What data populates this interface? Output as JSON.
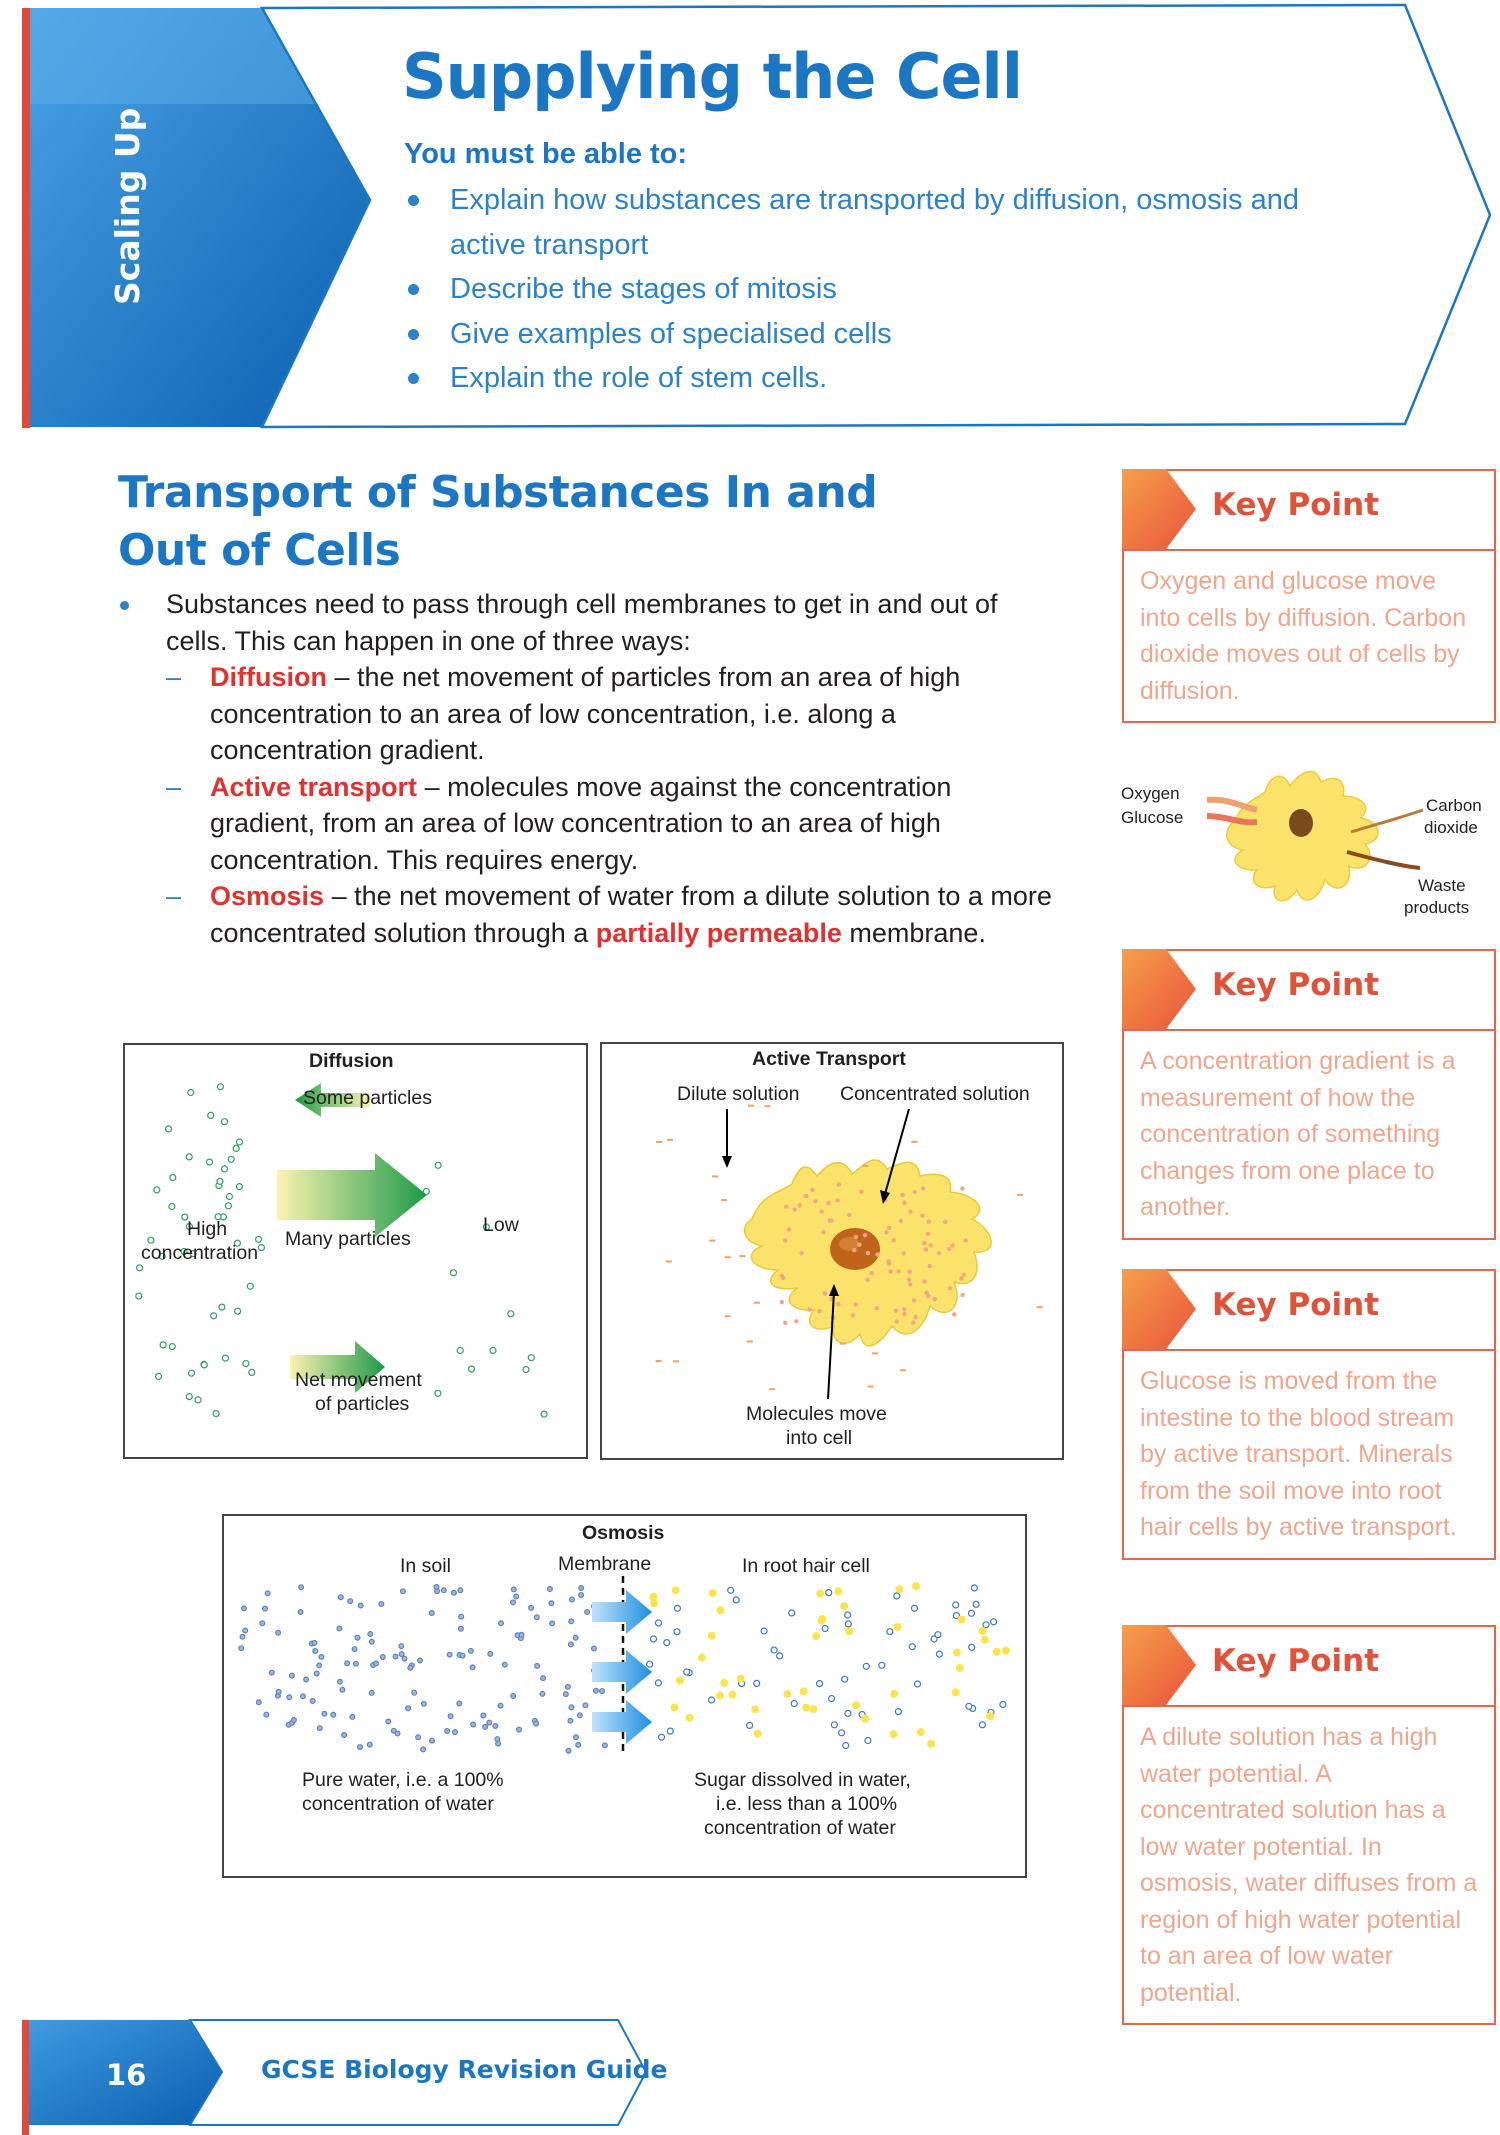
{
  "header": {
    "tab_label": "Scaling Up",
    "title": "Supplying the Cell",
    "must_label": "You must be able to:",
    "objectives": [
      "Explain how substances are transported by diffusion, osmosis and active transport",
      "Describe the stages of mitosis",
      "Give examples of specialised cells",
      "Explain the role of stem cells."
    ]
  },
  "section": {
    "title": "Transport of Substances In and Out of Cells",
    "intro": "Substances need to pass through cell membranes to get in and out of cells. This can happen in one of three ways:",
    "items": [
      {
        "term": "Diffusion",
        "text": " – the net movement of particles from an area of high concentration to an area of low concentration, i.e. along a concentration gradient."
      },
      {
        "term": "Active transport",
        "text": " – molecules move against the concentration gradient, from an area of low concentration to an area of high concentration. This requires energy."
      },
      {
        "term": "Osmosis",
        "text": " – the net movement of water from a dilute solution to a more concentrated solution through a ",
        "term2": "partially permeable",
        "text2": " membrane."
      }
    ]
  },
  "diffusion": {
    "title": "Diffusion",
    "some": "Some particles",
    "many": "Many particles",
    "high": "High",
    "concentration": "concentration",
    "low": "Low",
    "net1": "Net movement",
    "net2": "of particles"
  },
  "active": {
    "title": "Active Transport",
    "dilute": "Dilute solution",
    "concentrated": "Concentrated solution",
    "move1": "Molecules move",
    "move2": "into cell"
  },
  "osmosis": {
    "title": "Osmosis",
    "soil": "In soil",
    "membrane": "Membrane",
    "root": "In root hair cell",
    "pure1": "Pure water, i.e. a 100%",
    "pure2": "concentration of water",
    "sugar1": "Sugar dissolved in water,",
    "sugar2": "i.e. less than a 100%",
    "sugar3": "concentration of water"
  },
  "cell_figure": {
    "oxygen": "Oxygen",
    "glucose": "Glucose",
    "carbon1": "Carbon",
    "carbon2": "dioxide",
    "waste1": "Waste",
    "waste2": "products"
  },
  "key_points": [
    {
      "title": "Key Point",
      "text": "Oxygen and glucose move into cells by diffusion. Carbon dioxide moves out of cells by diffusion."
    },
    {
      "title": "Key Point",
      "text": "A concentration gradient is a measurement of how the concentration of something changes from one place to another."
    },
    {
      "title": "Key Point",
      "text": "Glucose is moved from the intestine to the blood stream by active transport. Minerals from the soil move into root hair cells by active transport."
    },
    {
      "title": "Key Point",
      "text": "A dilute solution has a high water potential. A concentrated solution has a low water potential. In osmosis, water diffuses from a region of high water potential to an area of low water potential."
    }
  ],
  "footer": {
    "page_number": "16",
    "guide": "GCSE Biology Revision Guide"
  },
  "colors": {
    "blue": "#1b76c4",
    "red": "#e0332f",
    "orange": "#e9644a",
    "cell_yellow": "#fbe36b"
  }
}
